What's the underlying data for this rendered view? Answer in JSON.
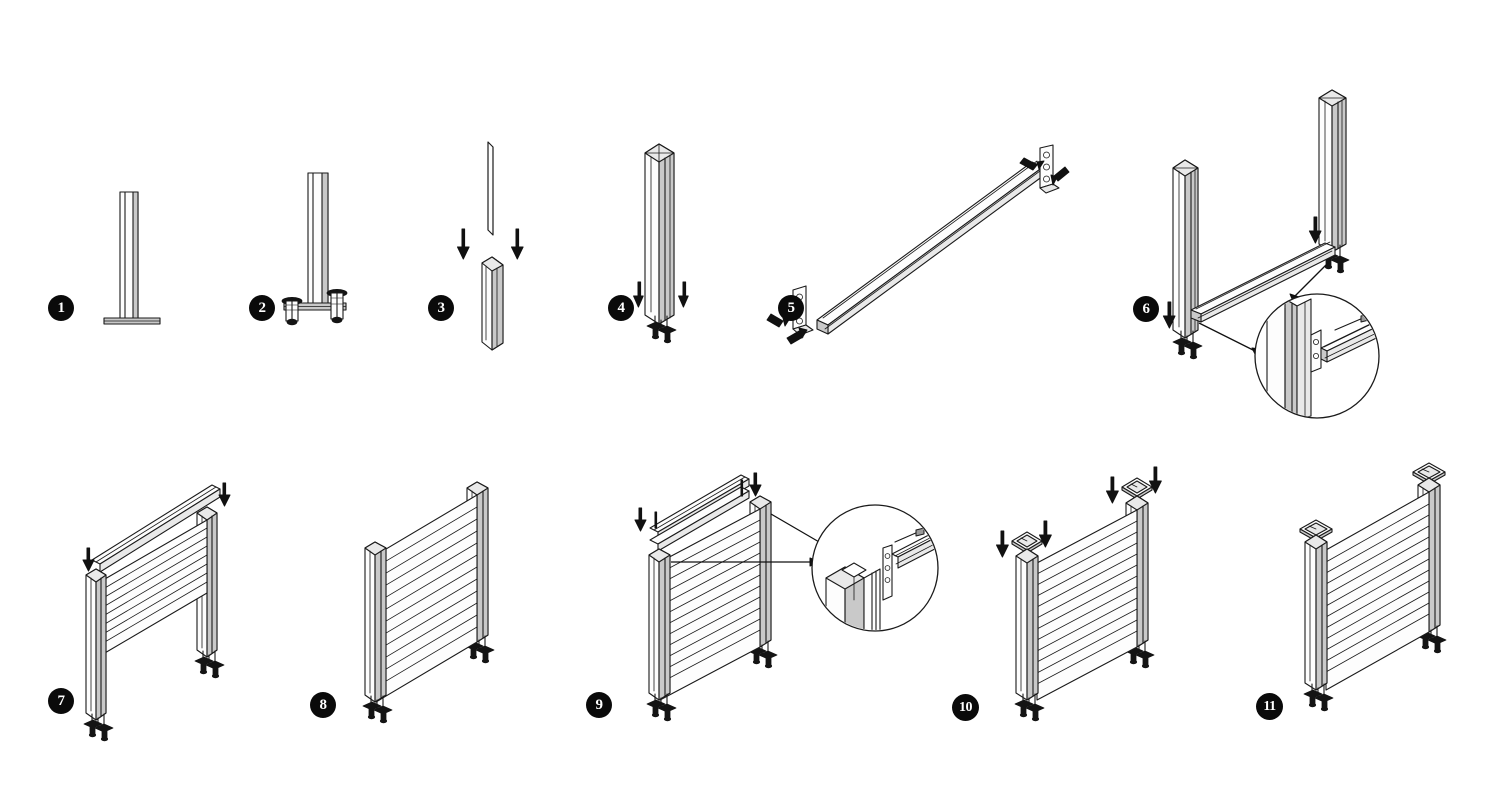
{
  "document": {
    "type": "assembly-instruction-diagram",
    "title": "Slat Fence Panel Assembly Sequence",
    "subject": "aluminium horizontal-slat fence panel with posts, base plates, rails and post caps",
    "background_color": "#ffffff",
    "line_color": "#1a1a1a",
    "badge_fill": "#0a0a0a",
    "badge_text_color": "#ffffff",
    "total_steps": 11,
    "rows": 2,
    "row_1_steps": [
      1,
      2,
      3,
      4,
      5,
      6
    ],
    "row_2_steps": [
      7,
      8,
      9,
      10,
      11
    ]
  },
  "steps": [
    {
      "number": "1",
      "badge": "1",
      "name": "post-with-base-plate",
      "description": "Upright square post standing on a flat rectangular base plate, front elevation view.",
      "parts": [
        "post",
        "base-plate"
      ],
      "arrows": 0,
      "callout": false
    },
    {
      "number": "2",
      "badge": "2",
      "name": "post-base-anchor-bolts",
      "description": "Same post shown with two anchor bolts and washers fitted through the base plate.",
      "parts": [
        "post",
        "base-plate",
        "anchor-bolt-left",
        "anchor-bolt-right",
        "washer",
        "nut"
      ],
      "arrows": 0,
      "callout": false
    },
    {
      "number": "3",
      "badge": "3",
      "name": "post-sleeve-insert",
      "description": "Thin vertical insert strip being lowered into the hollow post sleeve; two downward arrows indicate direction.",
      "parts": [
        "post-sleeve",
        "insert-strip"
      ],
      "arrows": 2,
      "callout": false
    },
    {
      "number": "4",
      "badge": "4",
      "name": "assembled-post-isometric",
      "description": "Completed post in isometric view with base anchor hardware at the foot; two downward arrows show seating direction.",
      "parts": [
        "post",
        "base-anchor-hardware"
      ],
      "arrows": 2,
      "callout": false
    },
    {
      "number": "5",
      "badge": "5",
      "name": "rail-with-end-brackets",
      "description": "Horizontal rail shown diagonally with an L-shaped mounting bracket attached at each end; four short arrows show bracket fitting direction.",
      "parts": [
        "rail",
        "bracket-left",
        "bracket-right",
        "bracket-screw-holes"
      ],
      "arrows": 4,
      "callout": false
    },
    {
      "number": "6",
      "badge": "6",
      "name": "bottom-rail-between-posts",
      "description": "Two erected posts joined by the bottom rail; magnified detail circle shows the bracket seated into the post channel.",
      "parts": [
        "post-left",
        "post-right",
        "bottom-rail",
        "bracket"
      ],
      "arrows": 2,
      "callout": true,
      "callout_name": "rail-to-post-bracket-detail"
    },
    {
      "number": "7",
      "badge": "7",
      "name": "slat-infill-stacking",
      "description": "Horizontal slats being dropped one by one into the post channels; a single slat floats above the partially filled panel with downward arrows.",
      "parts": [
        "post-left",
        "post-right",
        "slats",
        "loose-slat"
      ],
      "arrows": 2,
      "callout": false
    },
    {
      "number": "8",
      "badge": "8",
      "name": "panel-fully-slatted",
      "description": "Panel with all horizontal slats installed between the two posts.",
      "parts": [
        "post-left",
        "post-right",
        "slats"
      ],
      "arrows": 0,
      "callout": false
    },
    {
      "number": "9",
      "badge": "9",
      "name": "top-rail-fitting",
      "description": "Top rail being lowered onto the slat stack; magnified detail circle shows the top rail bracket aligning with the post channel.",
      "parts": [
        "post-left",
        "post-right",
        "slats",
        "top-rail",
        "bracket"
      ],
      "arrows": 4,
      "callout": true,
      "callout_name": "top-rail-bracket-detail"
    },
    {
      "number": "10",
      "badge": "10",
      "name": "post-cap-fitting",
      "description": "Pyramid post caps positioned above each post ready to be pressed down; downward arrows on both sides.",
      "parts": [
        "post-left",
        "post-right",
        "slats",
        "post-cap-left",
        "post-cap-right"
      ],
      "arrows": 4,
      "callout": false
    },
    {
      "number": "11",
      "badge": "11",
      "name": "completed-fence-panel",
      "description": "Finished fence panel with both post caps fitted and all slats in place.",
      "parts": [
        "post-left",
        "post-right",
        "slats",
        "post-cap-left",
        "post-cap-right"
      ],
      "arrows": 0,
      "callout": false
    }
  ],
  "panel": {
    "slat_count": 12,
    "slat_orientation": "horizontal"
  }
}
